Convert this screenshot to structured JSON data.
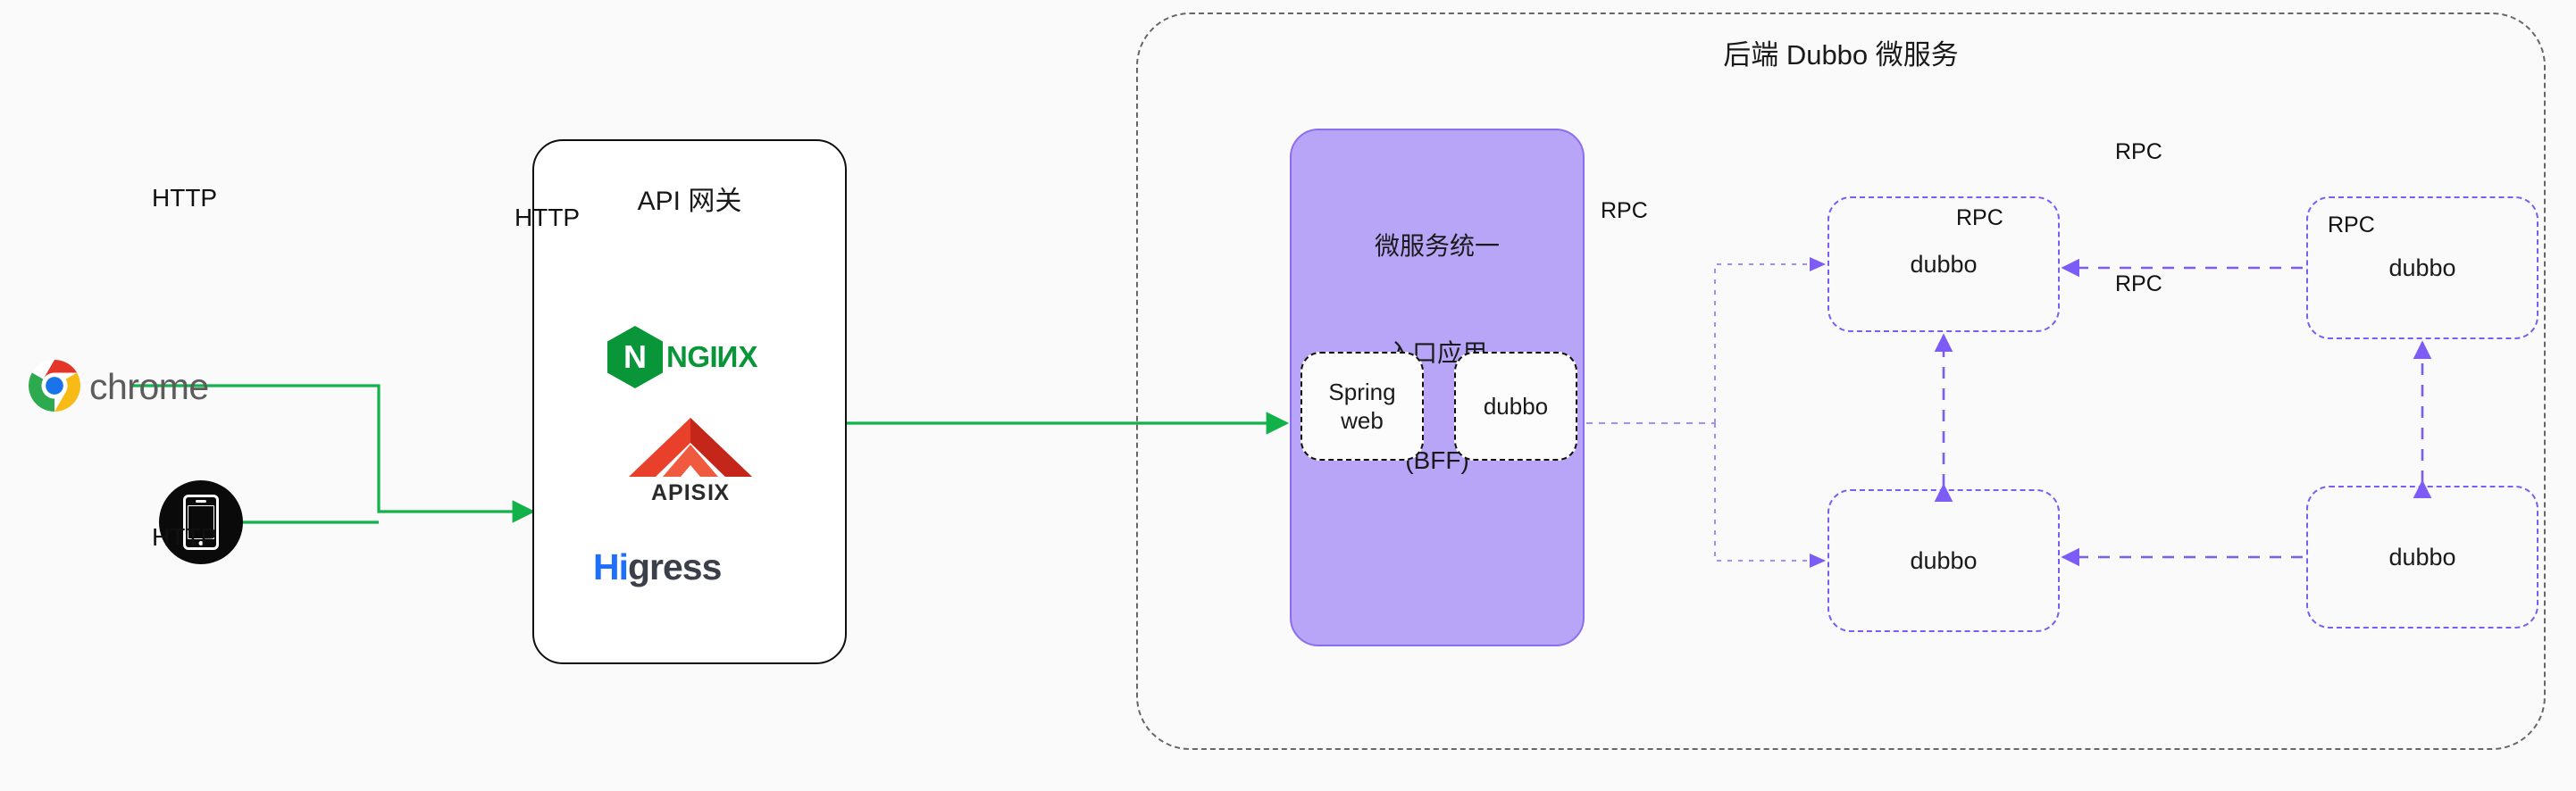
{
  "diagram": {
    "title_backend": "后端 Dubbo 微服务",
    "clients": {
      "chrome_label": "chrome",
      "chrome_icon": "chrome-logo-icon",
      "mobile_icon": "mobile-phone-icon"
    },
    "gateway": {
      "title": "API 网关",
      "logos": [
        {
          "name": "nginx",
          "mark": "N",
          "word_part1": "NGI",
          "word_flip": "N",
          "word_part3": "X",
          "color": "#099639"
        },
        {
          "name": "apisix",
          "word": "APISIX",
          "color": "#e8402a"
        },
        {
          "name": "higress",
          "word_hi": "Hi",
          "word_rest": "gress",
          "color": "#1f6fff"
        }
      ]
    },
    "bff": {
      "title_line1": "微服务统一",
      "title_line2": "入口应用",
      "title_line3": "(BFF)",
      "sub_spring": "Spring\nweb",
      "sub_dubbo": "dubbo",
      "fill_color": "#b9a5f7"
    },
    "microservices": [
      {
        "id": "ms-top-left",
        "label": "dubbo"
      },
      {
        "id": "ms-top-right",
        "label": "dubbo"
      },
      {
        "id": "ms-bottom-left",
        "label": "dubbo"
      },
      {
        "id": "ms-bottom-right",
        "label": "dubbo"
      }
    ],
    "edges": {
      "http_chrome": "HTTP",
      "http_mobile": "HTTP",
      "http_gateway_to_bff": "HTTP",
      "rpc_bff_to_services": "RPC",
      "rpc_top_row": "RPC",
      "rpc_left_column": "RPC",
      "rpc_bottom_row": "RPC",
      "rpc_right_column": "RPC"
    },
    "colors": {
      "http_arrow": "#12b24b",
      "rpc_arrow": "#7c5cf5",
      "container_border": "#666666",
      "bff_fill": "#b9a5f7"
    }
  }
}
